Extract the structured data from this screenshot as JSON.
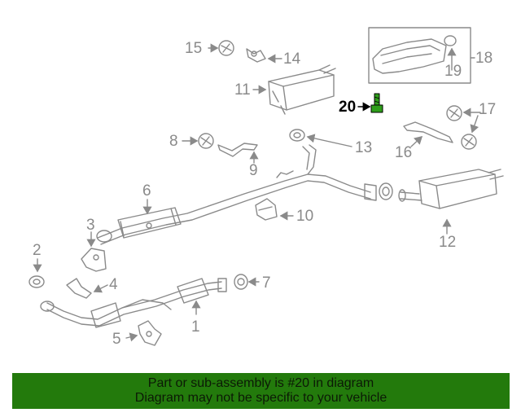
{
  "diagram": {
    "callouts": [
      "1",
      "2",
      "3",
      "4",
      "5",
      "6",
      "7",
      "8",
      "9",
      "10",
      "11",
      "12",
      "13",
      "14",
      "15",
      "16",
      "17",
      "18",
      "19",
      "20"
    ],
    "highlighted_callout": "20",
    "colors": {
      "parts": "#8a8a8a",
      "highlight": "#2e9e1a",
      "highlight_label": "#000000"
    }
  },
  "footer": {
    "line1": "Part or sub-assembly is #20 in diagram",
    "line2": "Diagram may not be specific to your vehicle",
    "background": "#237a0c"
  }
}
